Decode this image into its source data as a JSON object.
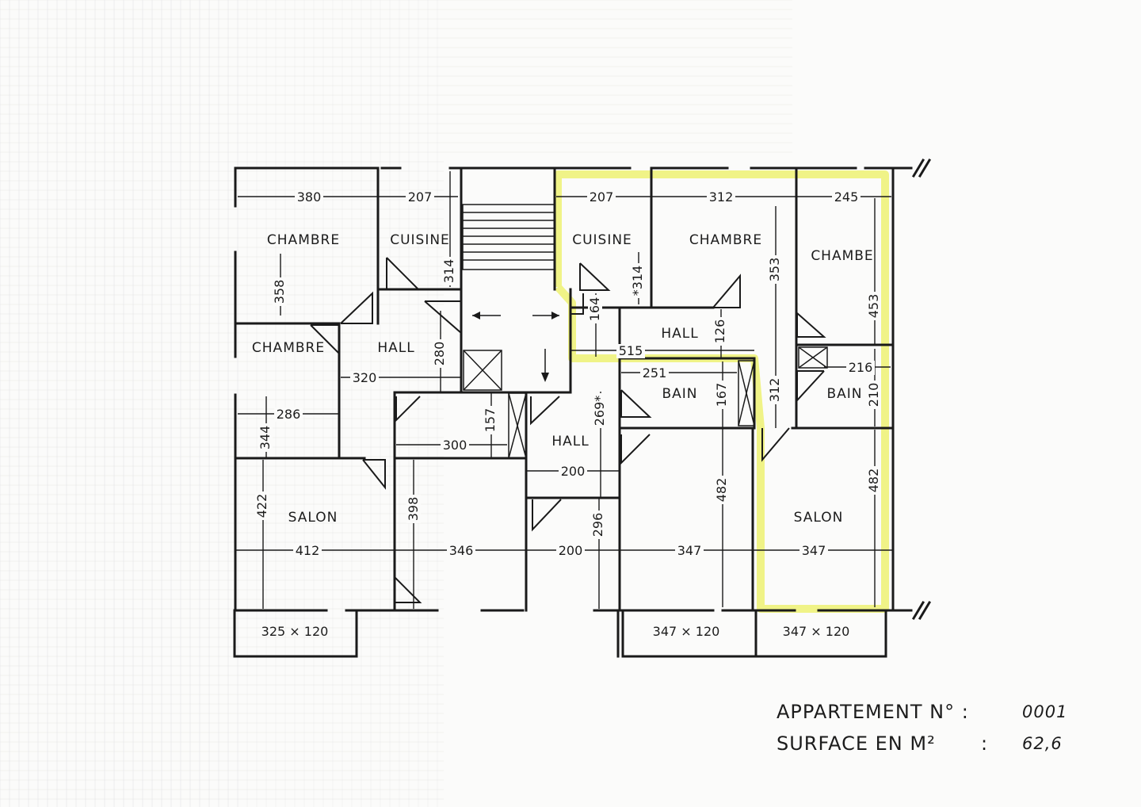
{
  "colors": {
    "highlight": "#eef27a",
    "ink": "#1a1a1a",
    "grid": "#e6e6e6"
  },
  "rooms": {
    "chambre_1": "CHAMBRE",
    "cuisine_1": "CUISINE",
    "chambre_2": "CHAMBRE",
    "hall_1": "HALL",
    "salon_1": "SALON",
    "hall_2": "HALL",
    "cuisine_2": "CUISINE",
    "chambre_3": "CHAMBRE",
    "chambre_4": "CHAMBE",
    "hall_3": "HALL",
    "bain_1": "BAIN",
    "bain_2": "BAIN",
    "salon_2": "SALON"
  },
  "dimensions": {
    "d380": "380",
    "d207a": "207",
    "d358": "358",
    "d314a": "314",
    "d280": "280",
    "d320": "320",
    "d286": "286",
    "d344": "344",
    "d157": "157",
    "d300": "300",
    "d422": "422",
    "d398": "398",
    "d412": "412",
    "d346": "346",
    "d200a": "200",
    "d200b": "200",
    "d296": "296",
    "d269": "269*",
    "d207b": "207",
    "d314b": "*314",
    "d164": "164",
    "d312a": "312",
    "d353": "353",
    "d245": "245",
    "d453": "453",
    "d515": "515",
    "d126": "126",
    "d251": "251",
    "d167": "167",
    "d312b": "312",
    "d216": "216",
    "d210": "210",
    "d482a": "482",
    "d482b": "482",
    "d347a": "347",
    "d347b": "347"
  },
  "balconies": {
    "b1": "325 × 120",
    "b2": "347 × 120",
    "b3": "347 × 120"
  },
  "info": {
    "appartement_label": "APPARTEMENT N° :",
    "appartement_value": "0001",
    "surface_label": "SURFACE EN M²",
    "surface_colon": ":",
    "surface_value": "62,6"
  }
}
